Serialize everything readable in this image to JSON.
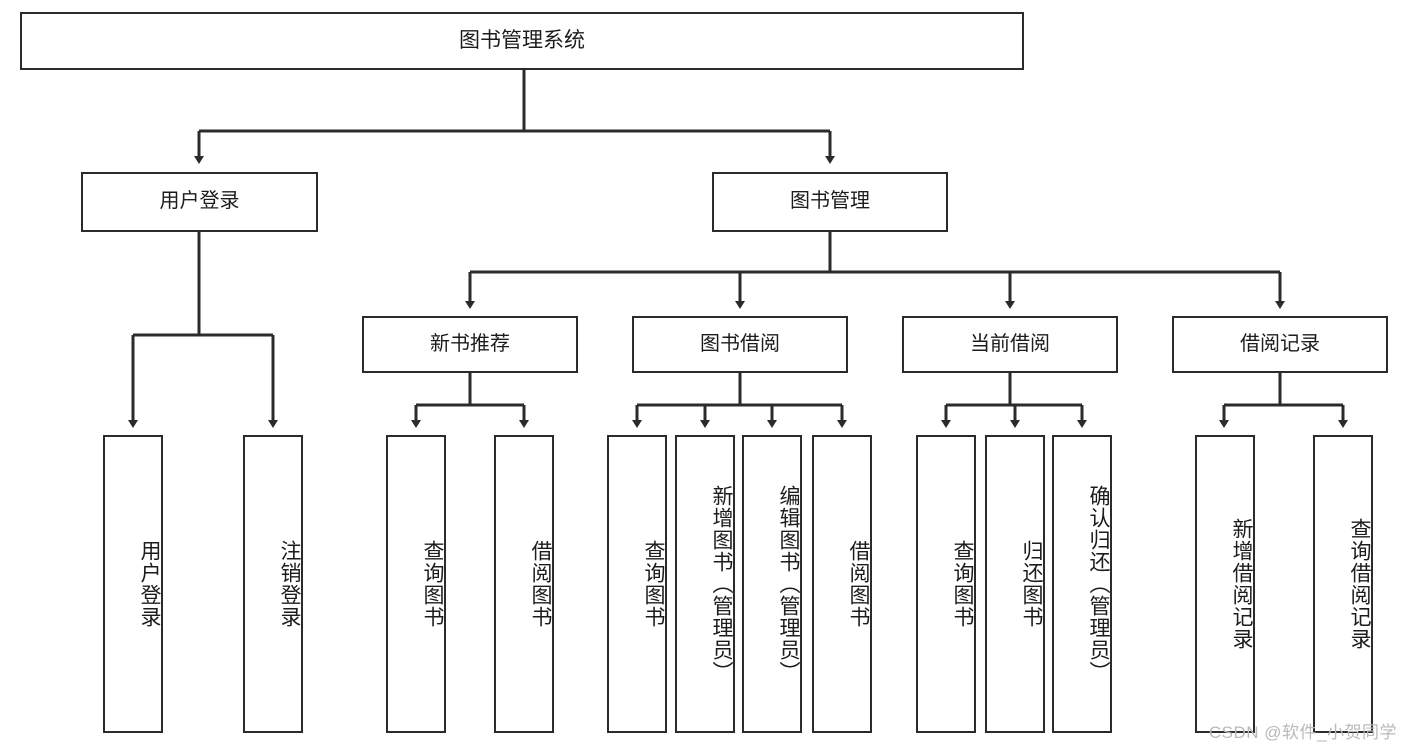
{
  "diagram": {
    "type": "tree-hierarchy-chart",
    "title": "图书管理系统",
    "stroke_color": "#2b2b2b",
    "fill_color": "#ffffff",
    "text_color": "#1c1c1c",
    "root": {
      "label": "图书管理系统"
    },
    "level2": [
      {
        "id": "user-login",
        "label": "用户登录"
      },
      {
        "id": "book-manage",
        "label": "图书管理"
      }
    ],
    "level3": [
      {
        "id": "new-book-recommend",
        "label": "新书推荐"
      },
      {
        "id": "book-borrow",
        "label": "图书借阅"
      },
      {
        "id": "current-borrow",
        "label": "当前借阅"
      },
      {
        "id": "borrow-record",
        "label": "借阅记录"
      }
    ],
    "leaves": {
      "user_login": [
        {
          "id": "leaf-user-login",
          "label": "用户登录"
        },
        {
          "id": "leaf-logout-login",
          "label": "注销登录"
        }
      ],
      "new_book_recommend": [
        {
          "id": "leaf-query-book-1",
          "label": "查询图书"
        },
        {
          "id": "leaf-borrow-book-1",
          "label": "借阅图书"
        }
      ],
      "book_borrow": [
        {
          "id": "leaf-query-book-2",
          "label": "查询图书"
        },
        {
          "id": "leaf-add-book-admin",
          "label": "新增图书（管理员）"
        },
        {
          "id": "leaf-edit-book-admin",
          "label": "编辑图书（管理员）"
        },
        {
          "id": "leaf-borrow-book-2",
          "label": "借阅图书"
        }
      ],
      "current_borrow": [
        {
          "id": "leaf-query-book-3",
          "label": "查询图书"
        },
        {
          "id": "leaf-return-book",
          "label": "归还图书"
        },
        {
          "id": "leaf-confirm-return-admin",
          "label": "确认归还（管理员）"
        }
      ],
      "borrow_record": [
        {
          "id": "leaf-add-borrow-record",
          "label": "新增借阅记录"
        },
        {
          "id": "leaf-query-borrow-record",
          "label": "查询借阅记录"
        }
      ]
    }
  },
  "watermark": {
    "text": "CSDN @软件_小贺同学"
  }
}
